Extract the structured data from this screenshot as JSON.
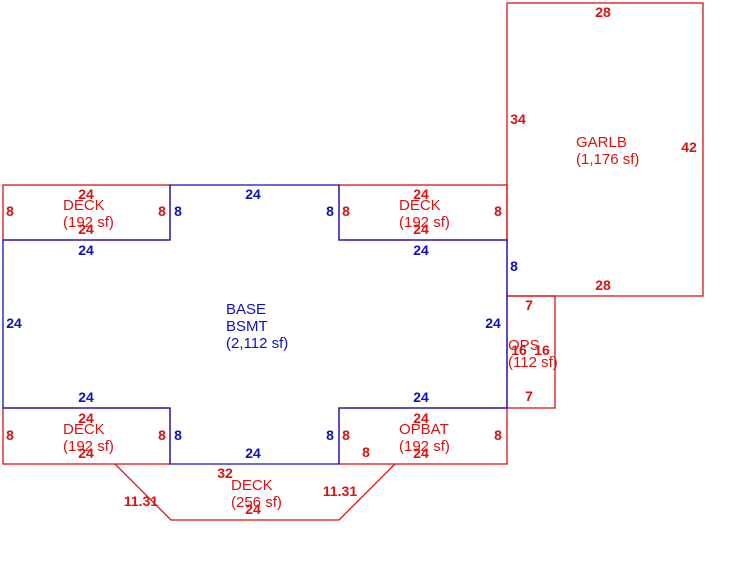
{
  "colors": {
    "red": "#dd1111",
    "blue": "#1010c0",
    "background": "#ffffff"
  },
  "areas": {
    "garlb": {
      "name": "GARLB",
      "size": "(1,176 sf)"
    },
    "deck_tl": {
      "name": "DECK",
      "size": "(192 sf)"
    },
    "deck_tr": {
      "name": "DECK",
      "size": "(192 sf)"
    },
    "base": {
      "name": "BASE",
      "sub": "BSMT",
      "size": "(2,112 sf)"
    },
    "ops": {
      "name": "OPS",
      "size": "(112 sf)"
    },
    "deck_bl": {
      "name": "DECK",
      "size": "(192 sf)"
    },
    "opbat": {
      "name": "OPBAT",
      "size": "(192 sf)"
    },
    "deck_bottom": {
      "name": "DECK",
      "size": "(256 sf)"
    }
  },
  "dims": {
    "garlb_top": "28",
    "garlb_left": "34",
    "garlb_right": "42",
    "garlb_bottom": "28",
    "deck_tl_top": "24",
    "deck_tl_bottom": "24",
    "deck_tl_left": "8",
    "deck_tl_right": "8",
    "deck_tr_top": "24",
    "deck_tr_bottom": "24",
    "deck_tr_left": "8",
    "deck_tr_right": "8",
    "base_top": "24",
    "base_notch_tl_left": "8",
    "base_notch_tl_right": "8",
    "base_upper_left": "24",
    "base_upper_right": "24",
    "base_left": "24",
    "base_right_upper": "8",
    "base_right": "24",
    "base_lower_left": "24",
    "base_lower_right": "24",
    "base_notch_bl": "8",
    "base_notch_br": "8",
    "base_bottom": "24",
    "ops_top": "7",
    "ops_left": "16",
    "ops_right": "16",
    "ops_bottom": "7",
    "deck_bl_top": "24",
    "deck_bl_bottom": "24",
    "deck_bl_left": "8",
    "deck_bl_right": "8",
    "opbat_top": "24",
    "opbat_bottom": "24",
    "opbat_left": "8",
    "opbat_right": "8",
    "opbat_inner": "8",
    "deck_b_top": "32",
    "deck_b_left": "11.31",
    "deck_b_right": "11.31",
    "deck_b_bottom": "24"
  }
}
